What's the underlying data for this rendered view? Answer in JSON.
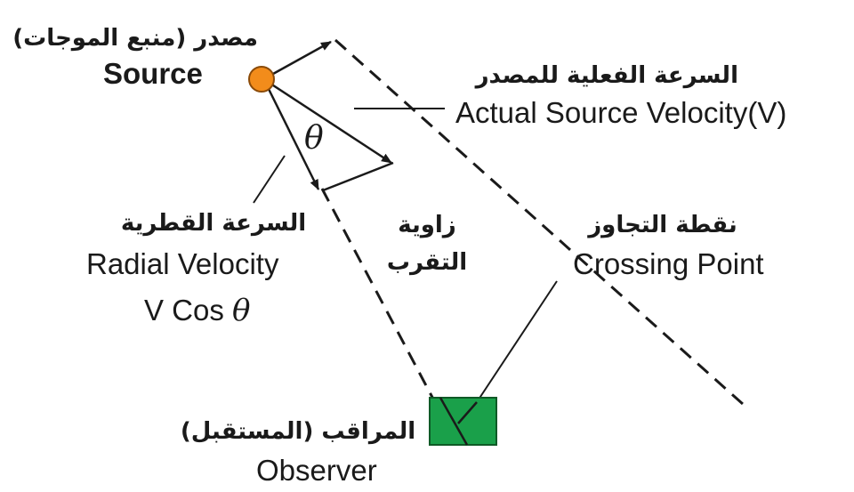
{
  "colors": {
    "line": "#1a1a1a",
    "source_fill": "#f28c1b",
    "source_stroke": "#8a4a08",
    "observer_fill": "#1aa04a",
    "observer_stroke": "#0e5a26",
    "background": "#ffffff"
  },
  "labels": {
    "source_ar": "مصدر (منبع الموجات)",
    "source_en": "Source",
    "actual_velocity_ar": "السرعة الفعلية للمصدر",
    "actual_velocity_en": "Actual Source Velocity",
    "actual_velocity_symbol": "(V)",
    "theta_symbol": "θ",
    "radial_velocity_ar": "السرعة القطرية",
    "radial_velocity_en": "Radial Velocity",
    "radial_velocity_formula": "V Cos",
    "radial_theta": "θ",
    "approach_angle_ar_line1": "زاوية",
    "approach_angle_ar_line2": "التقرب",
    "crossing_point_ar": "نقطة التجاوز",
    "crossing_point_en": "Crossing Point",
    "observer_ar": "المراقب (المستقبل)",
    "observer_en": "Observer"
  }
}
